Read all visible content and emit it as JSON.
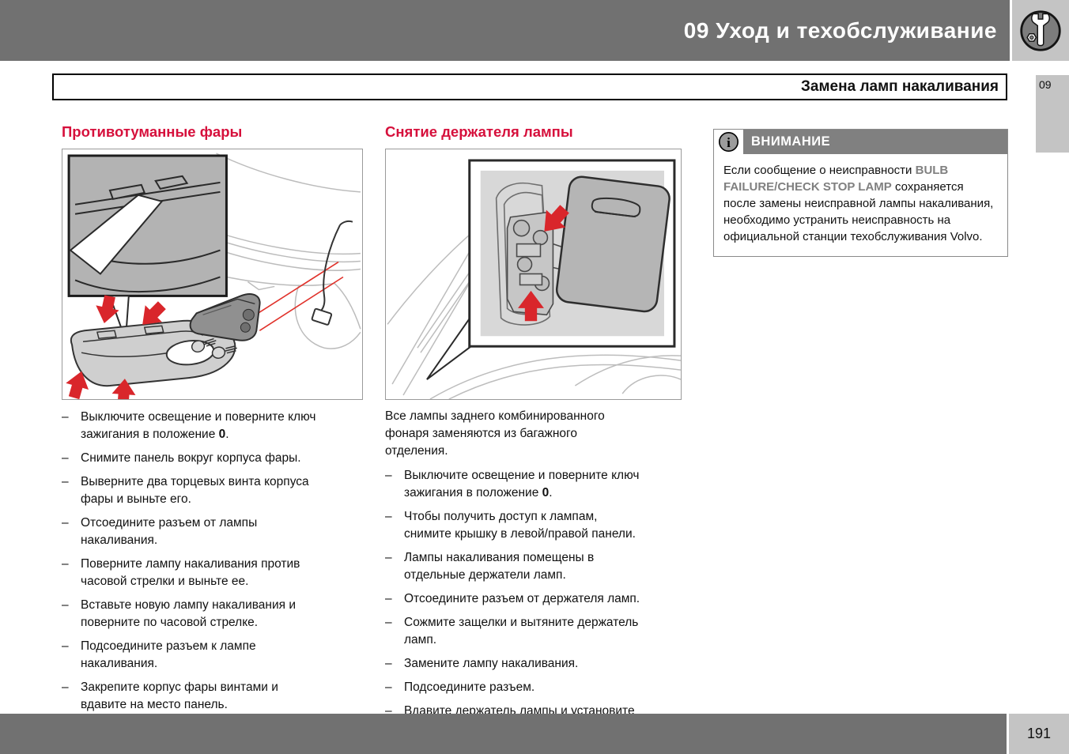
{
  "header": {
    "chapter_title": "09 Уход и техобслуживание",
    "icon": "wrench-icon"
  },
  "title_bar": {
    "title": "Замена ламп накаливания"
  },
  "side_tab": {
    "label": "09"
  },
  "columns": {
    "left": {
      "heading": "Противотуманные фары",
      "illustration": "fog-lamp-removal-drawing",
      "bullets": [
        [
          {
            "t": "Выключите освещение и поверните ключ зажигания в положение "
          },
          {
            "t": "0",
            "b": true
          },
          {
            "t": "."
          }
        ],
        "Снимите панель вокруг корпуса фары.",
        "Выверните два торцевых винта корпуса фары и выньте его.",
        "Отсоедините разъем от лампы накаливания.",
        "Поверните лампу накаливания против часовой стрелки и выньте ее.",
        "Вставьте новую лампу накаливания и поверните по часовой стрелке.",
        "Подсоедините разъем к лампе накаливания.",
        "Закрепите корпус фары винтами и вдавите на место панель."
      ]
    },
    "middle": {
      "heading": "Снятие держателя лампы",
      "illustration": "tail-lamp-holder-drawing",
      "intro": "Все лампы заднего комбинированного фонаря заменяются из багажного отделения.",
      "bullets": [
        [
          {
            "t": "Выключите освещение и поверните ключ зажигания в положение "
          },
          {
            "t": "0",
            "b": true
          },
          {
            "t": "."
          }
        ],
        "Чтобы получить доступ к лампам, снимите крышку в левой/правой панели.",
        "Лампы накаливания помещены в отдельные держатели ламп.",
        "Отсоедините разъем от держателя ламп.",
        "Сожмите защелки и вытяните держатель ламп.",
        "Замените лампу накаливания.",
        "Подсоедините разъем.",
        "Вдавите держатель лампы и установите на место крышку."
      ]
    },
    "warning": {
      "title": "ВНИМАНИЕ",
      "icon": "info-icon",
      "segments": [
        {
          "t": "Если сообщение о неисправности "
        },
        {
          "t": "BULB FAILURE/CHECK STOP LAMP",
          "hl": true
        },
        {
          "t": " сохраняется после замены неисправной лампы накаливания, необходимо устранить неисправность на официальной станции техобслуживания Volvo."
        }
      ]
    }
  },
  "footer": {
    "page_number": "191"
  },
  "colors": {
    "header_bar_bg": "#717171",
    "tab_bg": "#c4c4c4",
    "accent_heading": "#d6103c",
    "warning_header_bg": "#808080",
    "highlight_text": "#808080",
    "arrow_red": "#d9262b"
  }
}
